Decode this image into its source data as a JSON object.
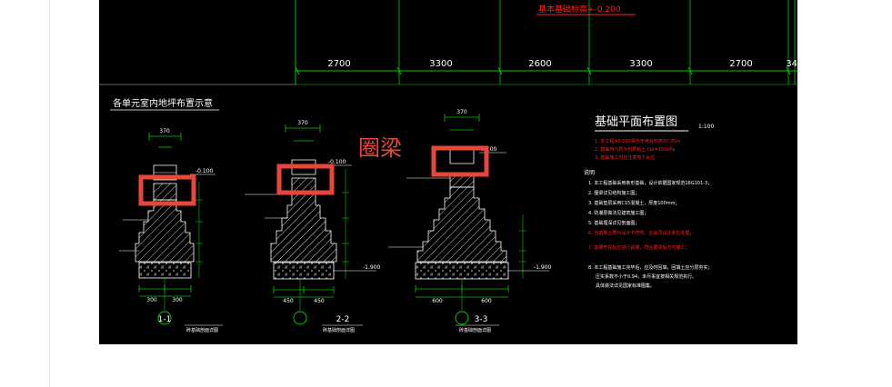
{
  "drawing": {
    "top_note": "基本基础标高+-0.200",
    "plan_dims": [
      "2700",
      "3300",
      "2600",
      "3300",
      "2700",
      "34"
    ],
    "left_title": "各单元室内地坪布置示意",
    "highlight_label": "圈梁",
    "right_title": "基础平面布置图",
    "right_scale": "1:100",
    "red_notes": [
      "1. 本工程±0.000相当于绝对标高37.35m",
      "2. 基础持力层为粉质粘土 fak=150kPa",
      "3. 基础施工时应注意地下水位"
    ],
    "notes_heading": "说明",
    "notes": [
      "1. 本工程基础采用条形基础，设计依据国家规范16G101-3；",
      "2. 圈梁详见结构施工图；",
      "3. 基础垫层采用C15混凝土，厚度100mm；",
      "4. 防潮层做法见建筑施工图；",
      "5. 基础埋深详见剖面图；",
      "6. 当基底土质与设计不符时，应会同设计单位处理；",
      "7. 基槽开挖后应进行验槽，符合要求后方可施工；",
      "8. 本工程基础施工完毕后，应及时回填，回填土应分层夯实；",
      "   压实系数不小于0.94，未尽事宜按相关规范执行。",
      "   具体做法详见国家标准图集。"
    ],
    "sections": [
      {
        "label": "1-1",
        "caption": "砖基础剖面详图"
      },
      {
        "label": "2-2",
        "caption": "砖基础剖面详图"
      },
      {
        "label": "3-3",
        "caption": "砖基础剖面详图"
      }
    ],
    "dims": {
      "s1_top": "370",
      "s1_bottom": [
        "300",
        "300"
      ],
      "s2_top": "370",
      "s2_bottom": [
        "450",
        "450"
      ],
      "s3_top": "370",
      "s3_bottom": [
        "600",
        "600"
      ],
      "level1": "-0.100",
      "level2": "-0.100",
      "level3": "-0.100",
      "bot_level": "-1.900"
    }
  },
  "colors": {
    "cad_bg": "#000000",
    "grid_green": "#00c800",
    "text_white": "#ffffff",
    "note_red": "#ff2020",
    "highlight_red": "#e8463a",
    "hatch": "#dcdcdc"
  }
}
